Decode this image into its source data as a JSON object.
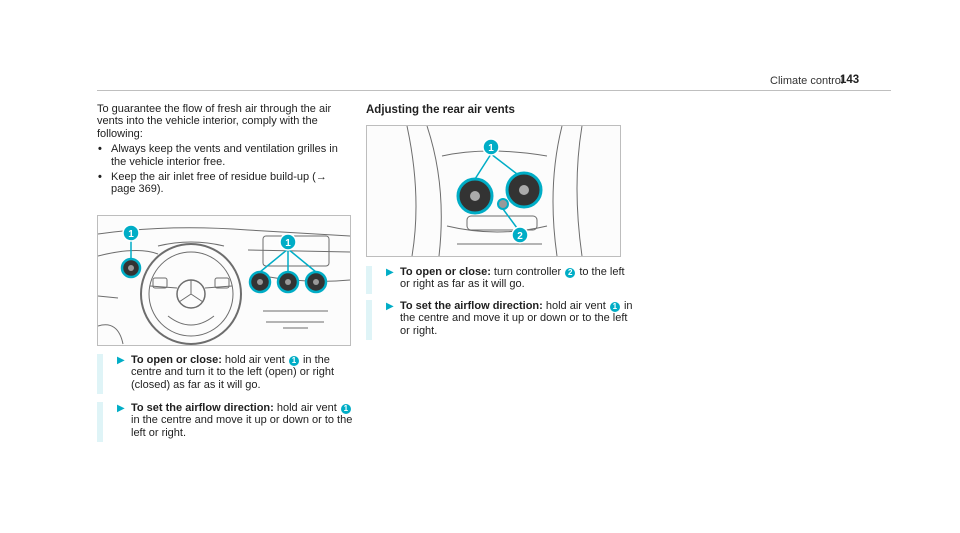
{
  "header": {
    "section": "Climate control",
    "page_number": "143"
  },
  "colors": {
    "accent": "#00adc6",
    "instruction_bar": "#dff4f7",
    "rule": "#bfbfbf"
  },
  "left_column": {
    "intro": "To guarantee the flow of fresh air through the air vents into the vehicle interior, comply with the following:",
    "bullets": [
      "Always keep the vents and ventilation grilles in the vehicle interior free.",
      "Keep the air inlet free of residue build-up (→ page 369)."
    ],
    "figure_callouts": [
      "1",
      "1"
    ],
    "instructions": [
      {
        "label": "To open or close:",
        "t1": "hold air vent",
        "callout": "1",
        "t2": "in the centre and turn it to the left (open) or right (closed) as far as it will go."
      },
      {
        "label": "To set the airflow direction:",
        "t1": "hold air vent",
        "callout": "1",
        "t2": "in the centre and move it up or down or to the left or right."
      }
    ]
  },
  "right_column": {
    "title": "Adjusting the rear air vents",
    "figure_callouts": [
      "1",
      "2"
    ],
    "instructions": [
      {
        "label": "To open or close:",
        "t1": "turn controller",
        "callout": "2",
        "t2": "to the left or right as far as it will go."
      },
      {
        "label": "To set the airflow direction:",
        "t1": "hold air vent",
        "callout": "1",
        "t2": "in the centre and move it up or down or to the left or right."
      }
    ]
  }
}
